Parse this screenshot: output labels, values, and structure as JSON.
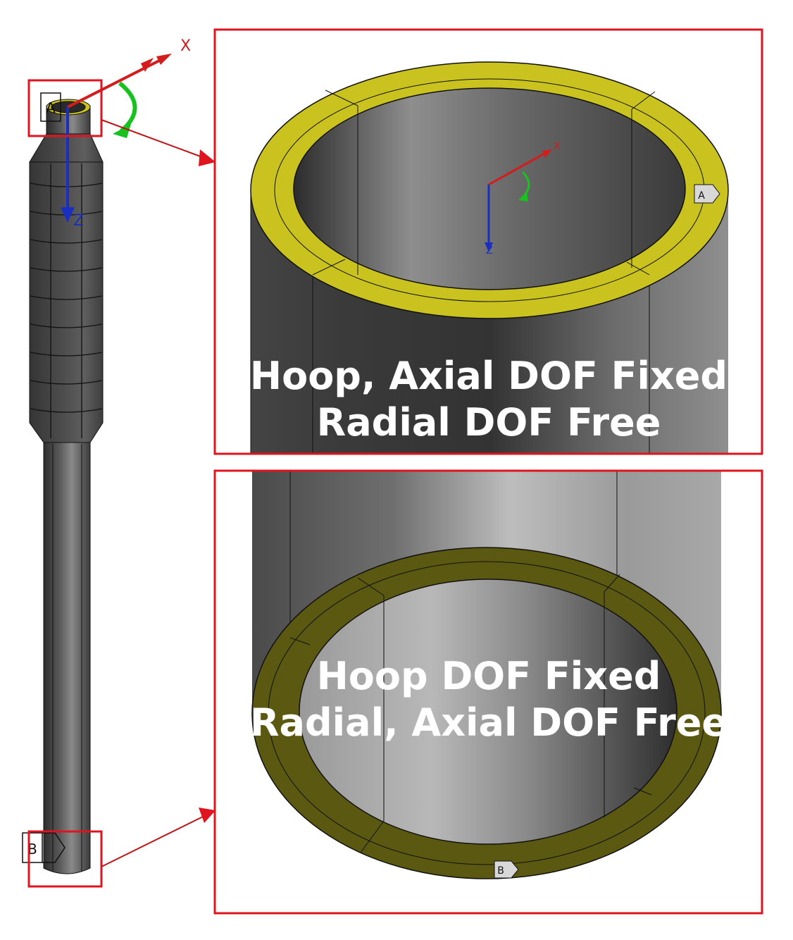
{
  "top_panel": {
    "caption_line1": "Hoop, Axial DOF Fixed",
    "caption_line2": "Radial DOF Free",
    "marker": "A"
  },
  "bottom_panel": {
    "caption_line1": "Hoop DOF Fixed",
    "caption_line2": "Radial, Axial DOF Free",
    "marker": "B"
  },
  "overview": {
    "top_marker": "A",
    "bottom_marker": "B"
  },
  "axes": {
    "x_label": "X",
    "z_label": "Z"
  },
  "colors": {
    "highlight_box": "#e0141e",
    "fixed_face_bright": "#c9c21f",
    "fixed_face_dark": "#5b5812",
    "x_axis": "#d41c1c",
    "z_axis": "#1a2fbf",
    "rotation": "#18c21e",
    "pipe_dark": "#3a3a3a",
    "pipe_light": "#9a9a9a"
  }
}
